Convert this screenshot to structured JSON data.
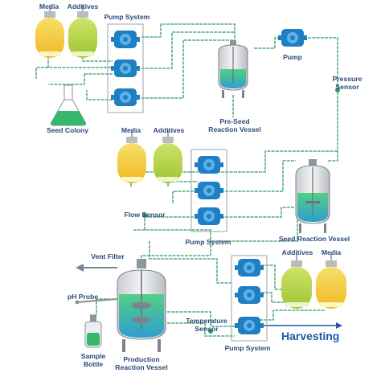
{
  "labels": {
    "media_1": "Media",
    "additives_1": "Additives",
    "pump_system_1": "Pump System",
    "seed_colony": "Seed Colony",
    "pre_seed_1": "Pre-Seed",
    "pre_seed_2": "Reaction Vessel",
    "pump": "Pump",
    "pressure_1": "Pressure",
    "pressure_2": "Sensor",
    "media_2": "Media",
    "additives_2": "Additives",
    "flow_sensor": "Flow Sensor",
    "pump_system_2": "Pump System",
    "seed_reaction": "Seed Reaction Vessel",
    "vent_filter": "Vent Filter",
    "ph_probe": "pH Probe",
    "additives_3": "Additives",
    "media_3": "Media",
    "temp_1": "Temperature",
    "temp_2": "Sensor",
    "sample_1": "Sample",
    "sample_2": "Bottle",
    "production_1": "Production",
    "production_2": "Reaction Vessel",
    "pump_system_3": "Pump System",
    "harvesting": "Harvesting"
  },
  "colors": {
    "text": "#2a4a7a",
    "line": "#2f9a6a",
    "pump": "#1f7fc4",
    "vessel_liquid": "#3fbf74",
    "media_bag": "#f2c12e",
    "additives_bag": "#a9cf3a",
    "flask": "#35b86a",
    "harvest_arrow": "#1f5aa6"
  },
  "icons": [
    "bag-icon",
    "pump-icon",
    "reaction-vessel-icon",
    "flask-icon",
    "sample-bottle-icon",
    "ph-probe-icon",
    "vent-filter-arrow-icon",
    "sensor-icon"
  ]
}
